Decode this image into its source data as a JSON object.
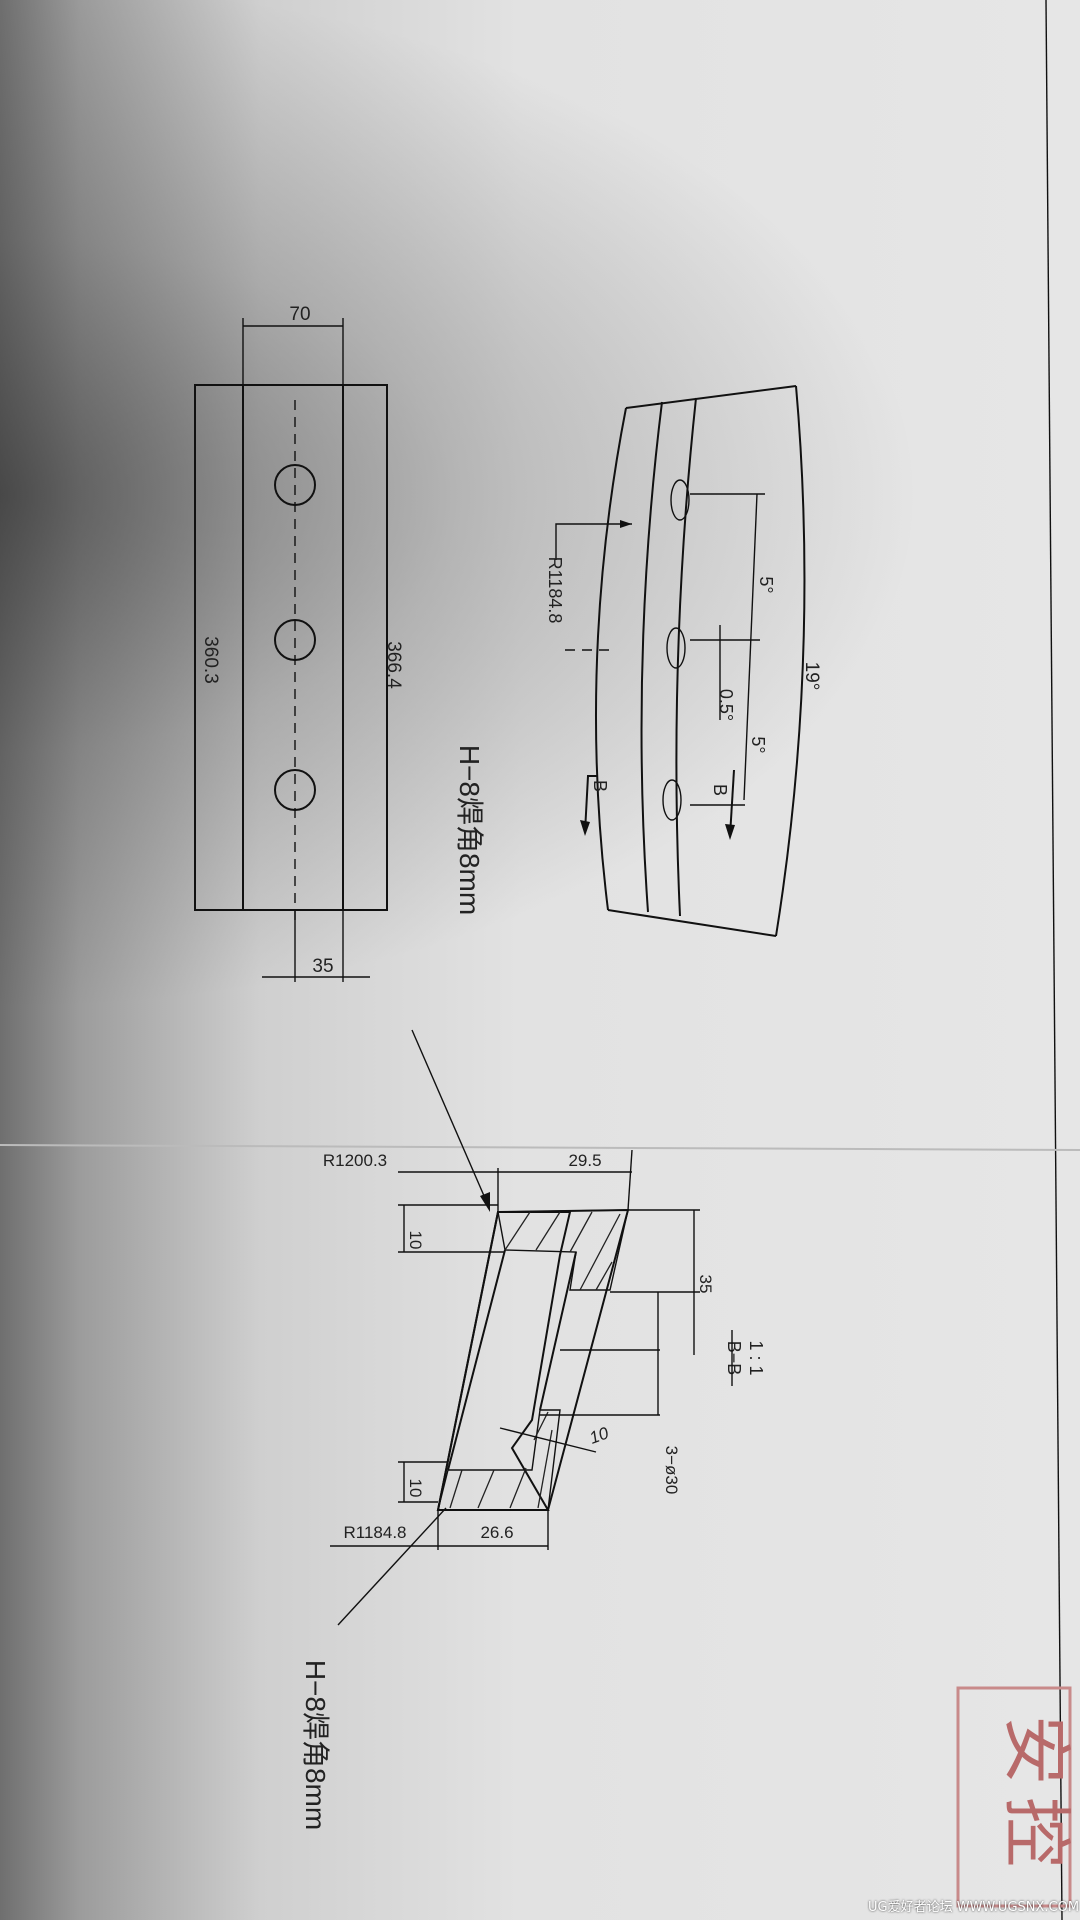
{
  "plan_view": {
    "dim_width": "70",
    "dim_length_inner": "360.3",
    "dim_length_outer": "366.4",
    "dim_offset": "35"
  },
  "arc_view": {
    "radius": "R1184.8",
    "angle_total": "19°",
    "angle_pitch_1": "5°",
    "angle_pitch_2": "5°",
    "angle_offset": "0.5°",
    "section_mark_left": "B",
    "section_mark_right": "B"
  },
  "weld_notes": {
    "top": "H−8焊角8mm",
    "bottom": "H−8焊角8mm"
  },
  "section_view": {
    "title": "B−B",
    "scale": "1 : 1",
    "radius_outer": "R1200.3",
    "radius_inner": "R1184.8",
    "dim_top_width": "29.5",
    "dim_bottom_width": "26.6",
    "dim_top_thickness": "10",
    "dim_bottom_thickness": "10",
    "dim_height": "35",
    "dim_groove": "10",
    "holes": "3−ø30"
  },
  "stamp": {
    "text": "安控"
  },
  "footer": {
    "text": "UG爱好者论坛 WWW.UGSNX.COM"
  }
}
